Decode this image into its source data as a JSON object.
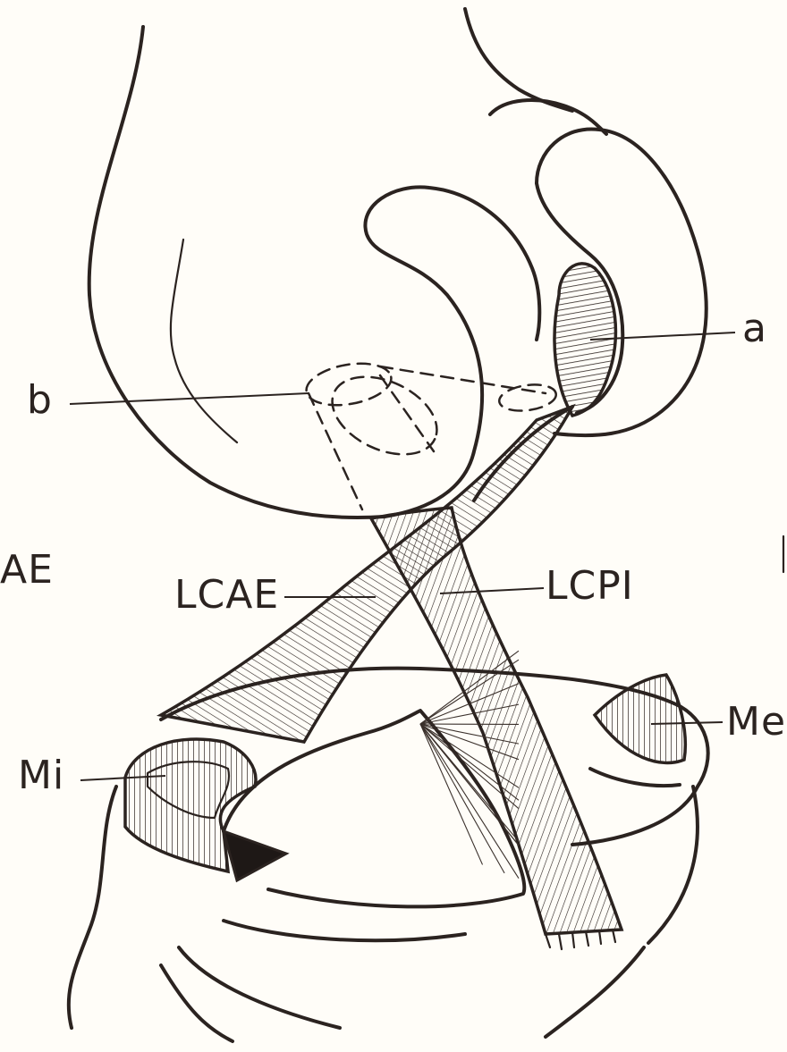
{
  "figure": {
    "labels": {
      "a": "a",
      "b": "b",
      "lcae": "LCAE",
      "lcpi": "LCPI",
      "me": "Me",
      "mi": "Mi",
      "cropped_left": "AE"
    },
    "colors": {
      "ink": "#2b2320",
      "paper": "#fffdf8",
      "shade": "#e9ddd6"
    }
  }
}
